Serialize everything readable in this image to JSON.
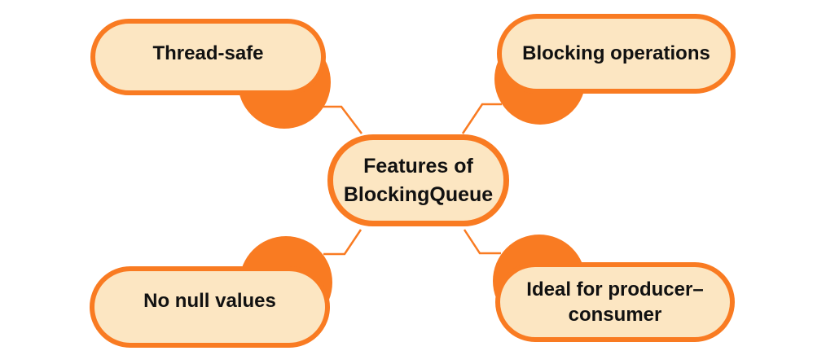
{
  "diagram": {
    "title": "Features of BlockingQueue",
    "center": {
      "label": "Features of BlockingQueue"
    },
    "features": [
      {
        "id": "thread-safe",
        "label": "Thread-safe",
        "position": "top-left"
      },
      {
        "id": "blocking-operations",
        "label": "Blocking operations",
        "position": "top-right"
      },
      {
        "id": "no-null-values",
        "label": "No null values",
        "position": "bottom-left"
      },
      {
        "id": "producer-consumer",
        "label": "Ideal for producer–consumer",
        "position": "bottom-right"
      }
    ]
  },
  "colors": {
    "orange": "#F97B22",
    "cream": "#FCE6C2",
    "text": "#111111",
    "background": "#FFFFFF"
  }
}
